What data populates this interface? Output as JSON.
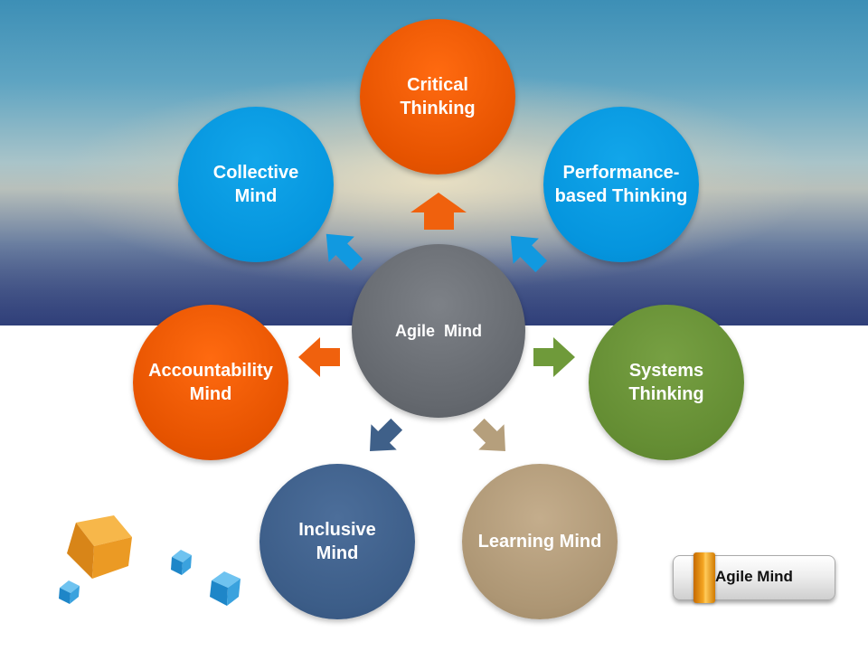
{
  "diagram": {
    "center": {
      "label": "Agile  Mind",
      "color": "#65696f"
    },
    "nodes": [
      {
        "id": "critical-thinking",
        "label": "Critical\nThinking",
        "color": "#f05c06"
      },
      {
        "id": "performance-based-thinking",
        "label": "Performance-\nbased Thinking",
        "color": "#0798e0"
      },
      {
        "id": "systems-thinking",
        "label": "Systems\nThinking",
        "color": "#6a9038"
      },
      {
        "id": "learning-mind",
        "label": "Learning Mind",
        "color": "#b09a78"
      },
      {
        "id": "inclusive-mind",
        "label": "Inclusive\nMind",
        "color": "#3f6089"
      },
      {
        "id": "accountability-mind",
        "label": "Accountability\nMind",
        "color": "#f05c06"
      },
      {
        "id": "collective-mind",
        "label": "Collective\nMind",
        "color": "#0798e0"
      }
    ]
  },
  "badge": {
    "label": "Agile Mind"
  }
}
